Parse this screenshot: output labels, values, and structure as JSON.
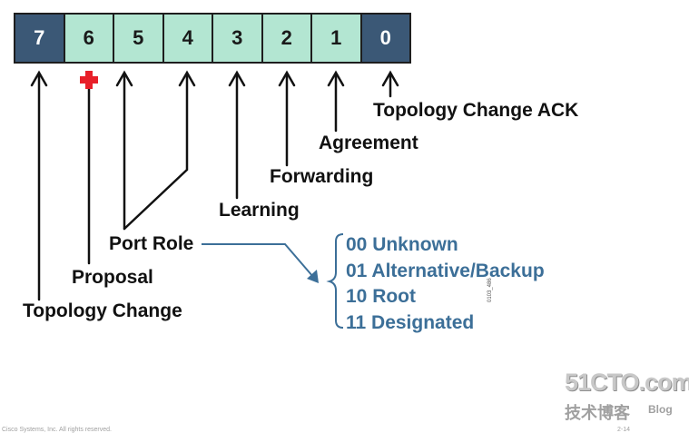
{
  "bits": [
    {
      "label": "7",
      "style": "dark"
    },
    {
      "label": "6",
      "style": "light"
    },
    {
      "label": "5",
      "style": "light"
    },
    {
      "label": "4",
      "style": "light"
    },
    {
      "label": "3",
      "style": "light"
    },
    {
      "label": "2",
      "style": "light"
    },
    {
      "label": "1",
      "style": "light"
    },
    {
      "label": "0",
      "style": "dark"
    }
  ],
  "labels": {
    "topology_change_ack": "Topology Change ACK",
    "agreement": "Agreement",
    "forwarding": "Forwarding",
    "learning": "Learning",
    "port_role": "Port Role",
    "proposal": "Proposal",
    "topology_change": "Topology Change"
  },
  "port_role_values": [
    "00 Unknown",
    "01 Alternative/Backup",
    "10 Root",
    "11 Designated"
  ],
  "figure_id": "0103_486",
  "watermark": {
    "main": "51CTO.com",
    "sub": "技术博客",
    "blog": "Blog"
  },
  "footer": {
    "left": "Cisco Systems, Inc. All rights reserved.",
    "right": "2-14"
  },
  "colors": {
    "bit_light": "#b3e6d2",
    "bit_dark": "#3b5876",
    "role_text": "#3c6f98",
    "proposal_marker": "#e8202a"
  }
}
